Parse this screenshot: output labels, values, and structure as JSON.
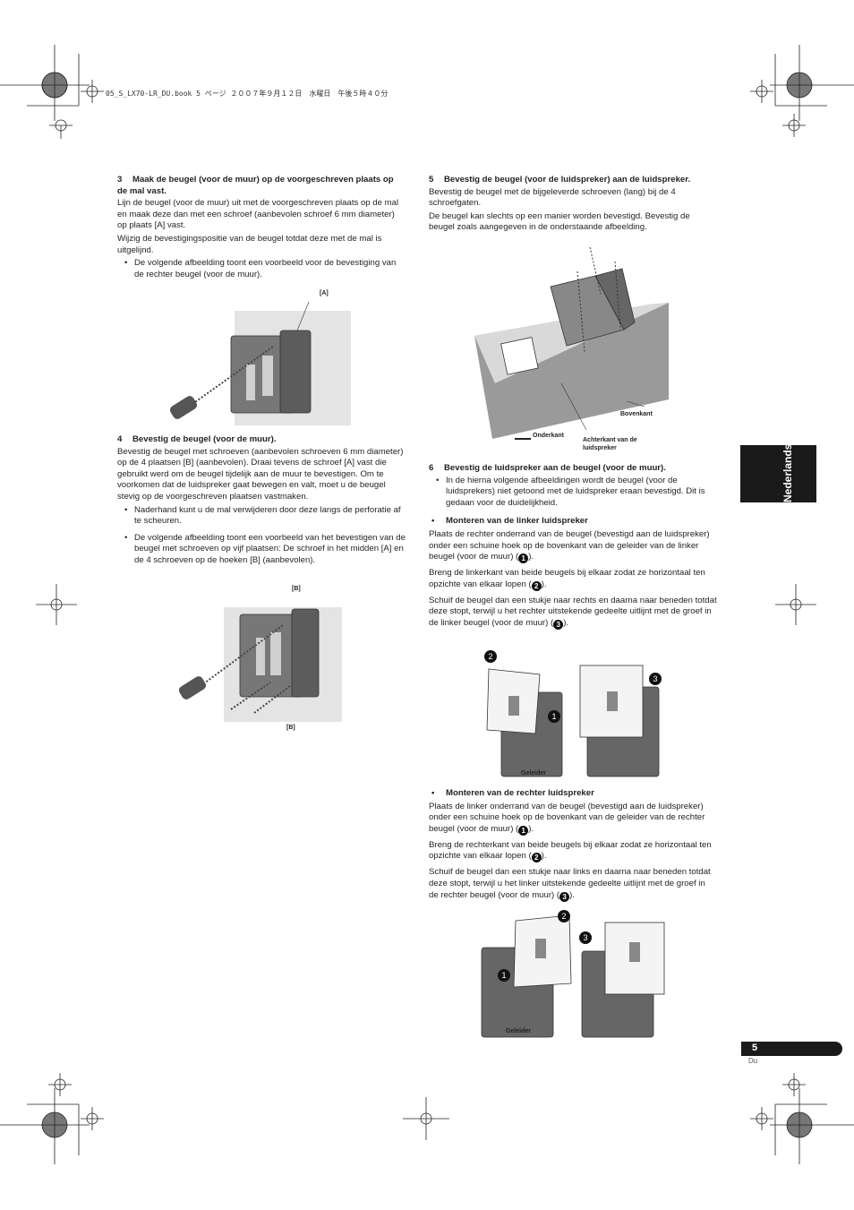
{
  "header_line": "05_S_LX70-LR_DU.book  5 ページ  ２００７年９月１２日　水曜日　午後５時４０分",
  "left": {
    "s3_num": "3",
    "s3_title": "Maak de beugel (voor de muur) op de voorgeschreven plaats op de mal vast.",
    "s3_p1": "Lijn de beugel (voor de muur) uit met de voorgeschreven plaats op de mal en maak deze dan met een schroef (aanbevolen schroef 6 mm diameter) op plaats [A] vast.",
    "s3_p2": "Wijzig de bevestigingspositie van de beugel totdat deze met de mal is uitgelijnd.",
    "s3_b1": "De volgende afbeelding toont een voorbeeld voor de bevestiging van de rechter beugel (voor de muur).",
    "fig1_label": "[A]",
    "s4_num": "4",
    "s4_title": "Bevestig de beugel (voor de muur).",
    "s4_p1": "Bevestig de beugel met schroeven (aanbevolen schroeven 6 mm diameter) op de 4 plaatsen [B] (aanbevolen). Draai tevens de schroef [A] vast die gebruikt werd om de beugel tijdelijk aan de muur te bevestigen. Om te voorkomen dat de luidspreker gaat bewegen en valt, moet u de beugel stevig op de voorgeschreven plaatsen vastmaken.",
    "s4_b1": "Naderhand kunt u de mal verwijderen door deze langs de perforatie af te scheuren.",
    "s4_b2": "De volgende afbeelding toont een voorbeeld van het bevestigen van de beugel met schroeven op vijf plaatsen: De schroef in het midden [A] en de  4 schroeven op de hoeken [B] (aanbevolen).",
    "fig2_label_top": "[B]",
    "fig2_label_bottom": "[B]"
  },
  "right": {
    "s5_num": "5",
    "s5_title": "Bevestig de beugel (voor de luidspreker) aan de luidspreker.",
    "s5_p1": "Bevestig de beugel met de bijgeleverde schroeven (lang) bij de 4 schroefgaten.",
    "s5_p2": "De beugel kan slechts op een manier worden bevestigd. Bevestig de beugel zoals aangegeven in de onderstaande afbeelding.",
    "fig3_bovenkant": "Bovenkant",
    "fig3_onderkant": "Onderkant",
    "fig3_achterkant": "Achterkant van de luidspreker",
    "s6_num": "6",
    "s6_title": "Bevestig de luidspreker aan de beugel (voor de muur).",
    "s6_b1": "In de hierna volgende afbeeldingen wordt de beugel (voor de luidsprekers) niet getoond met de luidspreker eraan bevestigd. Dit is gedaan voor de duidelijkheid.",
    "left_head": "Monteren van de linker luidspreker",
    "left_p1": "Plaats de rechter onderrand van de beugel (bevestigd aan de luidspreker) onder een schuine hoek op de bovenkant van de geleider van de linker beugel (voor de muur) (",
    "left_p2": "Breng de linkerkant van beide beugels bij elkaar zodat ze horizontaal ten opzichte van elkaar lopen (",
    "left_p3": "Schuif de beugel dan een stukje naar rechts en daarna naar beneden totdat deze stopt, terwijl u het rechter uitstekende gedeelte uitlijnt met de groef in de linker beugel (voor de muur) (",
    "fig4_geleider": "Geleider",
    "right_head": "Monteren van de rechter luidspreker",
    "right_p1": "Plaats de linker onderrand van de beugel (bevestigd aan de luidspreker) onder een schuine hoek op de bovenkant van de geleider van de rechter beugel (voor de muur) (",
    "right_p2": "Breng de rechterkant van beide beugels bij elkaar zodat ze horizontaal ten opzichte van elkaar lopen (",
    "right_p3": "Schuif de beugel dan een stukje naar links en daarna naar beneden totdat deze stopt, terwijl u het linker uitstekende gedeelte uitlijnt met de groef in de rechter beugel (voor de muur) (",
    "fig5_geleider": "Geleider",
    "close": ").",
    "n1": "1",
    "n2": "2",
    "n3": "3"
  },
  "side_tab": "Nederlands",
  "page_number": "5",
  "page_lang": "Du"
}
